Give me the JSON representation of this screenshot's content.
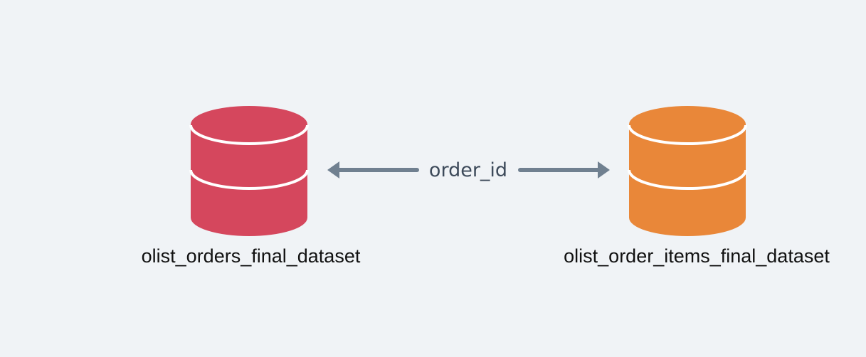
{
  "entities": [
    {
      "id": "left",
      "label": "olist_orders_final_dataset",
      "icon": "database-icon",
      "color": "#d5475d"
    },
    {
      "id": "right",
      "label": "olist_order_items_final_dataset",
      "icon": "database-icon",
      "color": "#e98739"
    }
  ],
  "relationship": {
    "label": "order_id",
    "direction": "bidirectional",
    "arrow_color": "#708090"
  },
  "colors": {
    "background": "#f0f3f6",
    "label_text": "#111111",
    "relationship_text": "#3d4a5a"
  }
}
